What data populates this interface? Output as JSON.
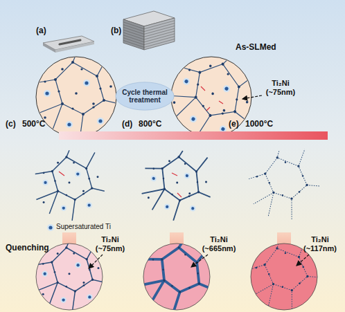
{
  "diagram": {
    "nodes": [
      {
        "text": [
          "Cycle thermal treatment"
        ]
      }
    ],
    "labels": [
      "(a)",
      "(b)",
      "As-SLMed",
      "Ti₂Ni (~75nm)",
      "(c)",
      "500°C",
      "(d)",
      "800°C",
      "(e)",
      "1000°C",
      "Quenching",
      "Ti₂Ni (~75nm)",
      "Ti₂Ni (~665nm)",
      "Ti₂Ni (~117nm)"
    ],
    "legend": [
      {
        "text": "Supersaturated Ti"
      }
    ]
  }
}
